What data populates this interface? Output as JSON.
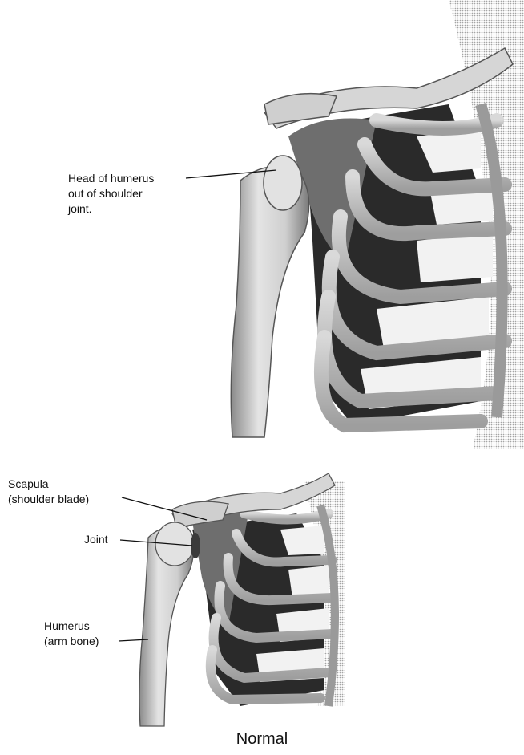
{
  "labels": {
    "dislocated_head": [
      "Head of humerus",
      "out of shoulder",
      "joint."
    ],
    "scapula": [
      "Scapula",
      "(shoulder blade)"
    ],
    "joint": "Joint",
    "humerus": [
      "Humerus",
      "(arm bone)"
    ]
  },
  "caption": "Normal",
  "colors": {
    "bone_light": "#e6e6e6",
    "bone_mid": "#bdbdbd",
    "bone_dark": "#6e6e6e",
    "cavity": "#262626",
    "cartilage": "#f4f4f4",
    "halftone": "#c8c8c8",
    "leader": "#111111"
  }
}
